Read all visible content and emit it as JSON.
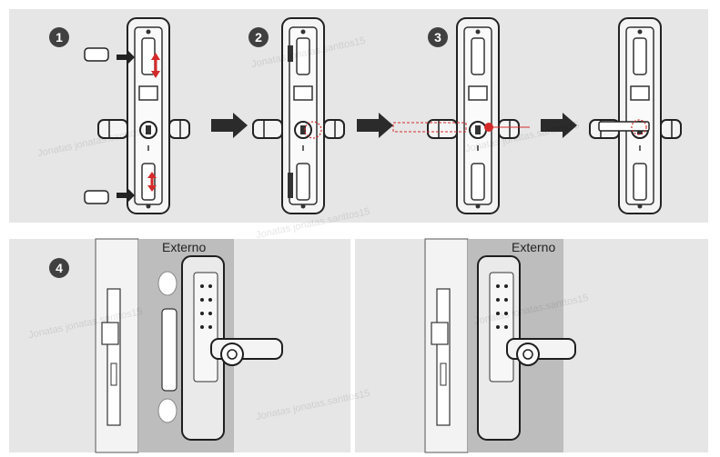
{
  "steps": {
    "s1": "1",
    "s2": "2",
    "s3": "3",
    "s4": "4"
  },
  "labels": {
    "externo_left": "Externo",
    "externo_right": "Externo"
  },
  "watermark": "Jonatas jonatas.santtos15",
  "colors": {
    "panel": "#e6e6e6",
    "badge": "#404040",
    "arrow": "#2b2b2b",
    "accent": "#d42a2a",
    "door": "#bfbfbf"
  }
}
